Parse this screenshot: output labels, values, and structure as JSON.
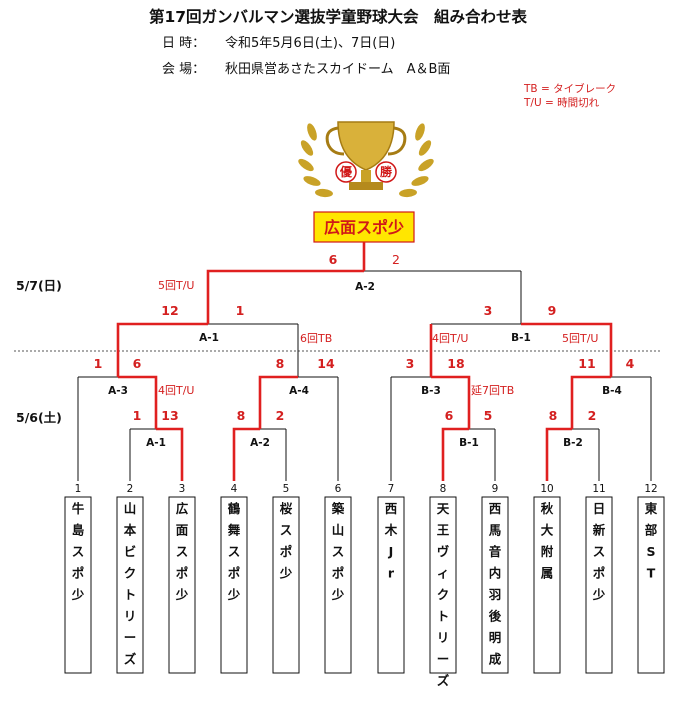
{
  "header": {
    "title": "第17回ガンバルマン選抜学童野球大会　組み合わせ表",
    "date_label": "日 時：",
    "date_value": "令和5年5月6日(土)、7日(日)",
    "venue_label": "会 場：",
    "venue_value": "秋田県営あさたスカイドーム　A＆B面"
  },
  "legend": [
    "TB = タイブレーク",
    "T/U = 時間切れ"
  ],
  "trophy": {
    "char1": "優",
    "char2": "勝"
  },
  "champion": "広面スポ少",
  "days": {
    "day2": "5/7(日)",
    "day1": "5/6(土)"
  },
  "matches": {
    "final": "A-2",
    "a1": "A-1",
    "b1": "B-1",
    "a3": "A-3",
    "a4": "A-4",
    "b3": "B-3",
    "b4": "B-4",
    "r1a1": "A-1",
    "r1a2": "A-2",
    "r1b1": "B-1",
    "r1b2": "B-2"
  },
  "scores": {
    "final_left": "6",
    "final_right": "2",
    "a1_left": "12",
    "a1_right": "1",
    "b1_left": "3",
    "b1_right": "9",
    "a3_left": "1",
    "a3_right": "6",
    "a4_left": "8",
    "a4_right": "14",
    "b3_left": "3",
    "b3_right": "18",
    "b4_left": "11",
    "b4_right": "4",
    "r1a1_left": "1",
    "r1a1_right": "13",
    "r1a2_left": "8",
    "r1a2_right": "2",
    "r1b1_left": "6",
    "r1b1_right": "5",
    "r1b2_left": "8",
    "r1b2_right": "2"
  },
  "notes": {
    "final": "5回T/U",
    "a4": "6回TB",
    "b1_left": "4回T/U",
    "b1_right": "5回T/U",
    "a3": "4回T/U",
    "b3": "延7回TB"
  },
  "teams": [
    {
      "seed": "1",
      "name": "牛島スポ少"
    },
    {
      "seed": "2",
      "name": "山本ビクトリーズ"
    },
    {
      "seed": "3",
      "name": "広面スポ少"
    },
    {
      "seed": "4",
      "name": "鶴舞スポ少"
    },
    {
      "seed": "5",
      "name": "桜スポ少"
    },
    {
      "seed": "6",
      "name": "築山スポ少"
    },
    {
      "seed": "7",
      "name": "西木Jr"
    },
    {
      "seed": "8",
      "name": "天王ヴィクトリーズ"
    },
    {
      "seed": "9",
      "name": "西馬音内羽後明成"
    },
    {
      "seed": "10",
      "name": "秋大附属"
    },
    {
      "seed": "11",
      "name": "日新スポ少"
    },
    {
      "seed": "12",
      "name": "東部ST"
    }
  ],
  "colors": {
    "win_line": "#e02020",
    "line": "#111111",
    "champ_box": "#ffe600"
  }
}
